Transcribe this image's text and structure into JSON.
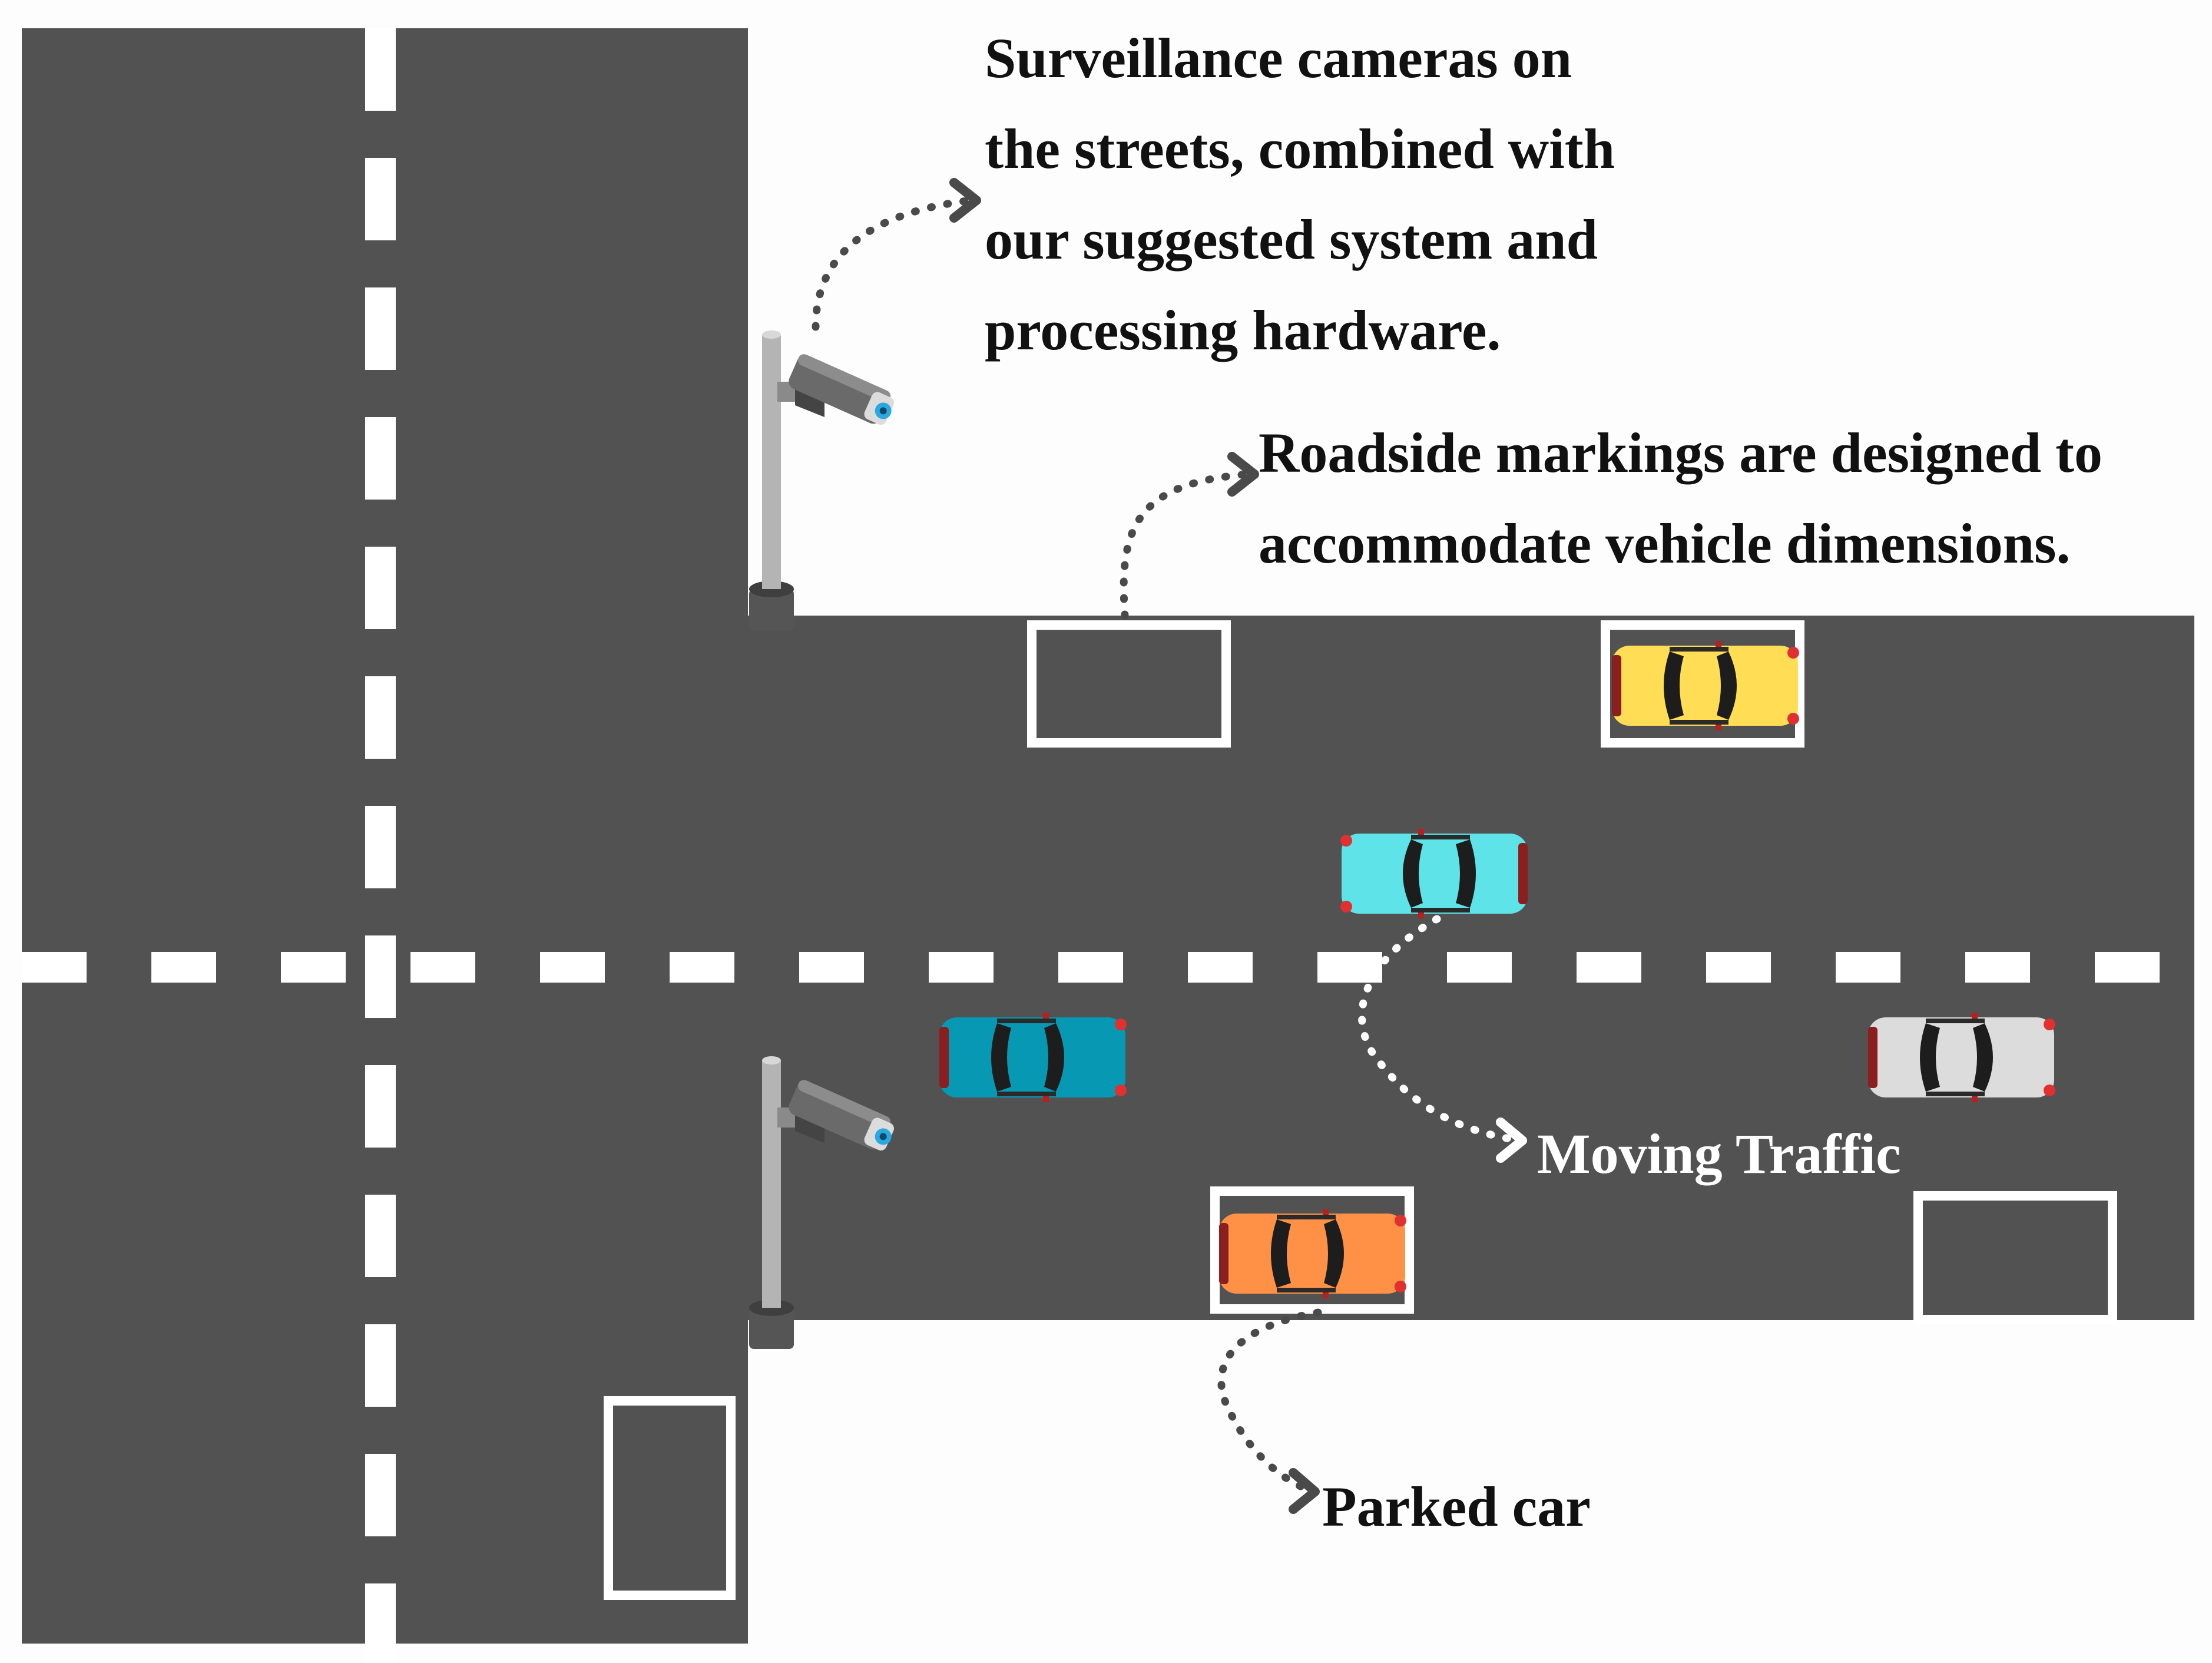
{
  "colors": {
    "road": "#525252",
    "background": "#fdfdfd",
    "marking": "#ffffff",
    "arrow": "#4a4a4a",
    "label_dark": "#111111",
    "label_light": "#ffffff",
    "car_yellow": "#ffdd55",
    "car_cyan": "#5ee3e8",
    "car_teal": "#0798b4",
    "car_white": "#dcdcdc",
    "car_orange": "#ff9147",
    "camera_body": "#6a6a6a",
    "camera_lens": "#2aa9e0",
    "pole": "#b4b4b4"
  },
  "labels": {
    "cameras": [
      "Surveillance cameras on",
      "the streets, combined with",
      "our suggested system and",
      "processing hardware."
    ],
    "markings": [
      "Roadside markings are designed to",
      "accommodate vehicle dimensions."
    ],
    "moving_traffic": "Moving Traffic",
    "parked_car": "Parked car"
  },
  "icons": {
    "camera": "surveillance-camera-icon",
    "car": "car-topview-icon",
    "arrow": "dotted-arrow-icon"
  }
}
